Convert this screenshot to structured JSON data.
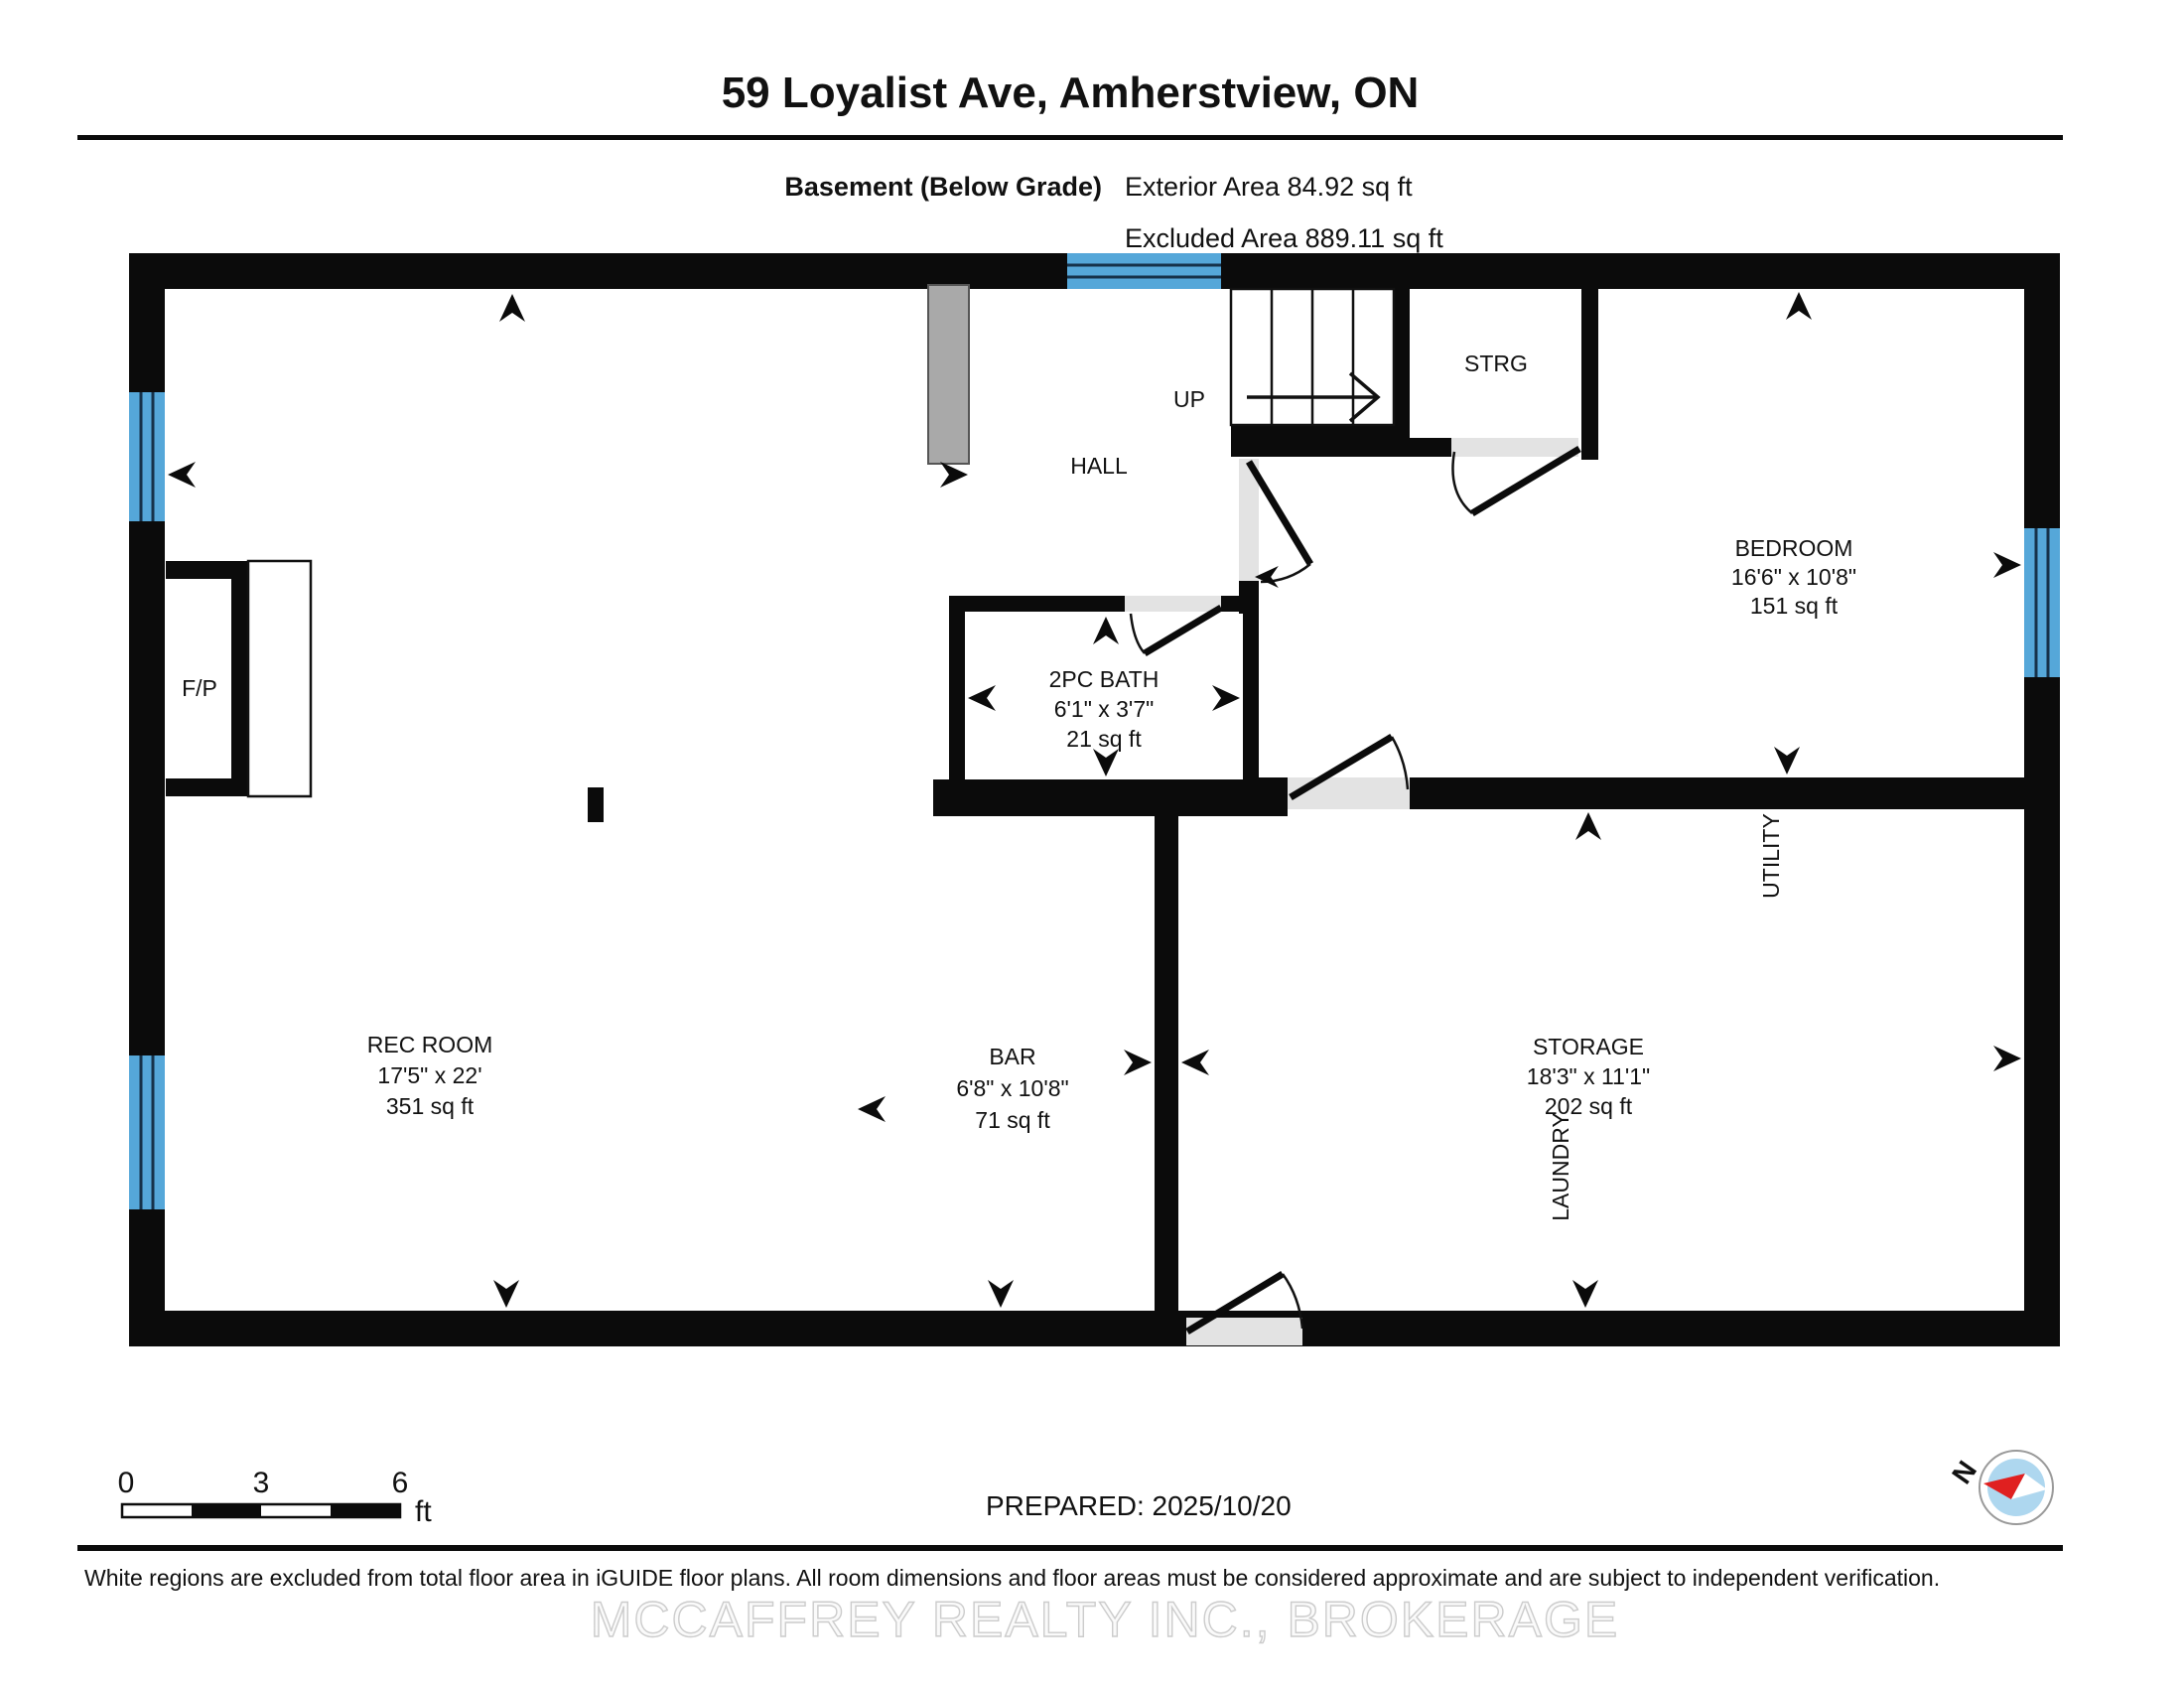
{
  "title": "59 Loyalist Ave, Amherstview, ON",
  "floor": {
    "label": "Basement (Below Grade)",
    "exterior_area": "Exterior Area 84.92 sq ft",
    "excluded_area": "Excluded Area 889.11 sq ft"
  },
  "rooms": {
    "rec_room": {
      "name": "REC ROOM",
      "dims": "17'5\" x 22'",
      "area": "351 sq ft"
    },
    "bar": {
      "name": "BAR",
      "dims": "6'8\" x 10'8\"",
      "area": "71 sq ft"
    },
    "bath": {
      "name": "2PC BATH",
      "dims": "6'1\" x 3'7\"",
      "area": "21 sq ft"
    },
    "bedroom": {
      "name": "BEDROOM",
      "dims": "16'6\" x 10'8\"",
      "area": "151 sq ft"
    },
    "storage": {
      "name": "STORAGE",
      "dims": "18'3\" x 11'1\"",
      "area": "202 sq ft"
    },
    "hall": {
      "name": "HALL"
    },
    "strg": {
      "name": "STRG"
    },
    "utility": {
      "name": "UTILITY"
    },
    "laundry": {
      "name": "LAUNDRY"
    },
    "fireplace": {
      "name": "F/P"
    },
    "stairs": {
      "name": "UP"
    }
  },
  "scale_bar": {
    "start": "0",
    "mid": "3",
    "end": "6",
    "unit": "ft"
  },
  "prepared": "PREPARED: 2025/10/20",
  "compass": {
    "north_label": "N"
  },
  "disclaimer": "White regions are excluded from total floor area in iGUIDE floor plans. All room dimensions and floor areas must be considered approximate and are subject to independent verification.",
  "watermark": "MCCAFFREY REALTY INC., BROKERAGE",
  "colors": {
    "wall": "#0b0b0b",
    "window": "#55a7d9",
    "window_line": "#16324a",
    "threshold": "#e3e3e3",
    "railing": "#a9a9a9",
    "compass_inner": "#aed7ef",
    "compass_north": "#e02020"
  }
}
